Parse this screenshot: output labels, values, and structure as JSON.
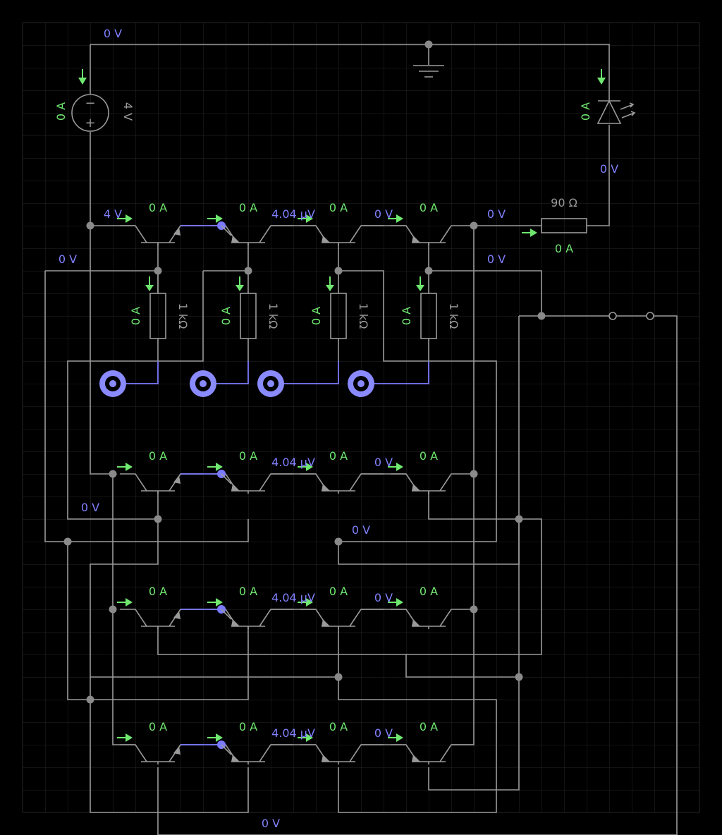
{
  "components": {
    "source": {
      "current": "0 A",
      "voltage": "4 V",
      "minus": "−",
      "plus": "+"
    },
    "led": {
      "current": "0 A"
    },
    "series_resistor": {
      "value": "90 Ω",
      "current": "0 A"
    },
    "pull_resistors": [
      {
        "current": "0 A",
        "value": "1 kΩ"
      },
      {
        "current": "0 A",
        "value": "1 kΩ"
      },
      {
        "current": "0 A",
        "value": "1 kΩ"
      },
      {
        "current": "0 A",
        "value": "1 kΩ"
      }
    ]
  },
  "labels": {
    "top_rail": "0 V",
    "led_cathode": "0 V",
    "row1_nodes": [
      "4 V",
      "4.04 µV",
      "0 V",
      "0 V"
    ],
    "row1_currents": [
      "0 A",
      "0 A",
      "0 A",
      "0 A"
    ],
    "row_nodes": [
      "4.04 µV",
      "0 V"
    ],
    "row_currents": [
      "0 A",
      "0 A",
      "0 A",
      "0 A"
    ],
    "misc": [
      "0 V",
      "0 V",
      "0 V",
      "0 V",
      "0 V"
    ]
  },
  "colors": {
    "background": "#000000",
    "grid": "#2a2a2a",
    "wire": "#9a9a9a",
    "voltage_text": "#8080ff",
    "current_text": "#6fe86f",
    "pin": "#7b7bff"
  }
}
